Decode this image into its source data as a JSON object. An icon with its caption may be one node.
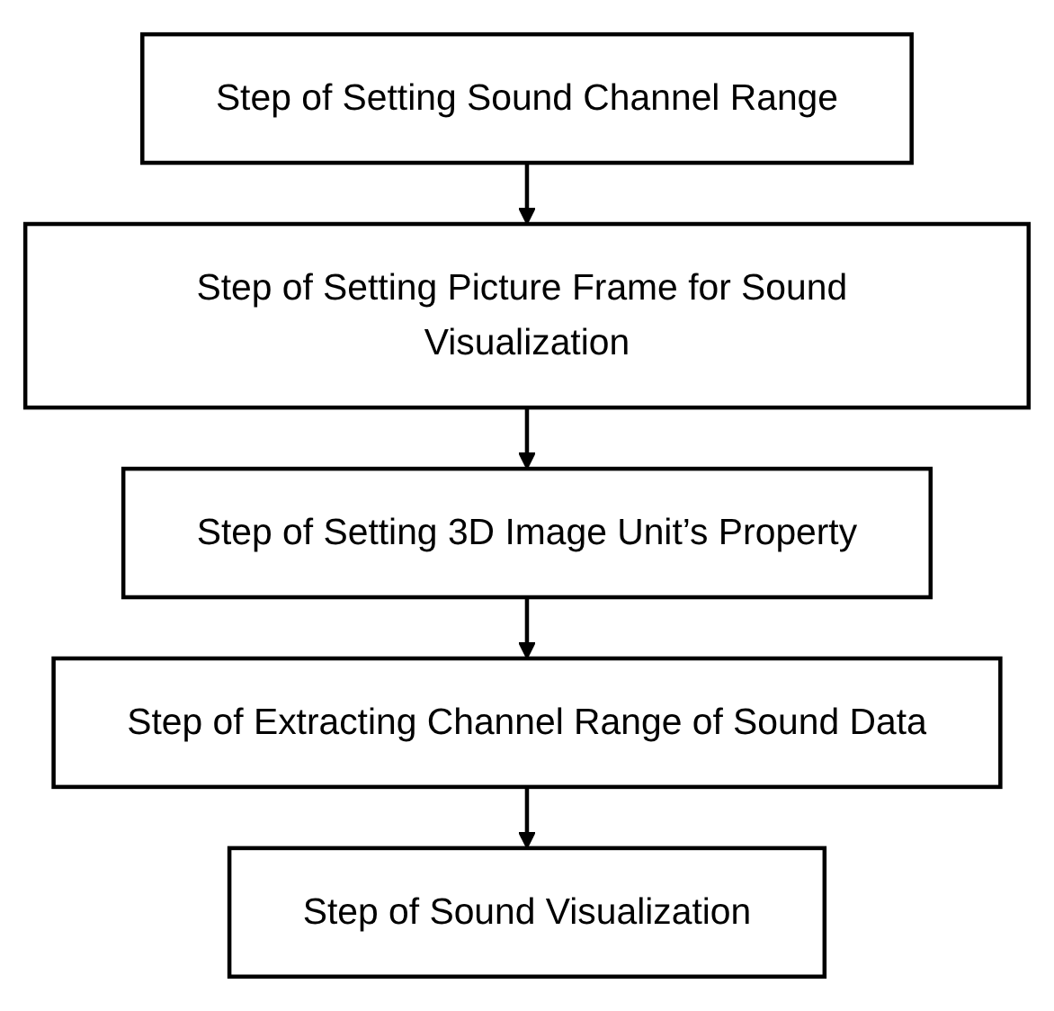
{
  "diagram": {
    "nodes": [
      {
        "text": [
          "Step of Setting Sound Channel Range"
        ]
      },
      {
        "text": [
          "Step of Setting Picture Frame for Sound Visualization"
        ]
      },
      {
        "text": [
          "Step of Setting 3D Image Unit’s Property"
        ]
      },
      {
        "text": [
          "Step of Extracting Channel Range of Sound Data"
        ]
      },
      {
        "text": [
          "Step of Sound Visualization"
        ]
      }
    ],
    "edges": [
      {
        "from": 0,
        "to": 1,
        "arrow": "to"
      },
      {
        "from": 1,
        "to": 2,
        "arrow": "to"
      },
      {
        "from": 2,
        "to": 3,
        "arrow": "to"
      },
      {
        "from": 3,
        "to": 4,
        "arrow": "to"
      }
    ]
  }
}
